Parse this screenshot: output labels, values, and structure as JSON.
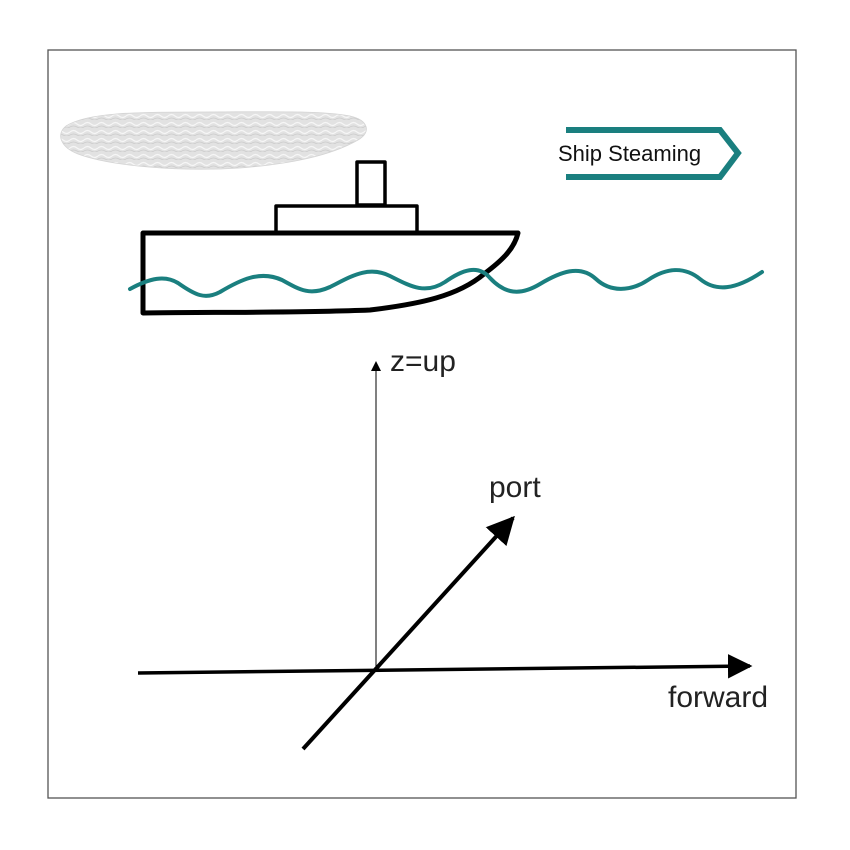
{
  "badge": {
    "label": "Ship Steaming"
  },
  "axes": {
    "z_label": "z=up",
    "port_label": "port",
    "forward_label": "forward"
  },
  "colors": {
    "frame": "#555555",
    "ship_line": "#000000",
    "water": "#1a7f7f",
    "badge_arrow": "#1a7f7f",
    "smoke": "#d9d9d9",
    "axis": "#000000"
  }
}
